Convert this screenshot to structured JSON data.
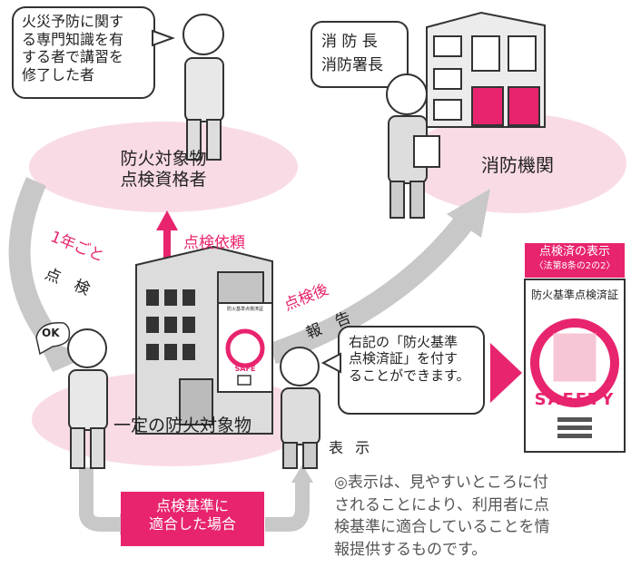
{
  "ellipses": {
    "qualified_inspector": "防火対象物\n点検資格者",
    "fire_agency": "消防機関",
    "building": "一定の防火対象物"
  },
  "bubbles": {
    "qualification": "火災予防に関す\nる専門知識を有\nする者で講習を\n修了した者",
    "fire_chief": "消 防 長\n消防署長",
    "display_note": "右記の「防火基準\n点検済証」を付す\nることができます。",
    "ok": "OK"
  },
  "arrows": {
    "request": "点検依頼",
    "yearly": "1年ごと",
    "inspection": "点 検",
    "after_inspection": "点検後",
    "report": "報 告",
    "display": "表 示"
  },
  "pink_box": "点検基準に\n適合した場合",
  "certificate": {
    "header_title": "点検済の表示",
    "header_sub": "〈法第8条の2の2〉",
    "title": "防火基準点検済証",
    "safety": "SAFETY",
    "small_title": "防火基準点検済証",
    "small_safety": "SAFE"
  },
  "footnote": "◎表示は、見やすいところに付\nされることにより、利用者に点\n検基準に適合していることを情\n報提供するものです。",
  "colors": {
    "pink_accent": "#e8246e",
    "ellipse_fill": "#f9dbe6",
    "arrow_gray": "#c8c8c8",
    "building_gray": "#dcdcdc"
  }
}
